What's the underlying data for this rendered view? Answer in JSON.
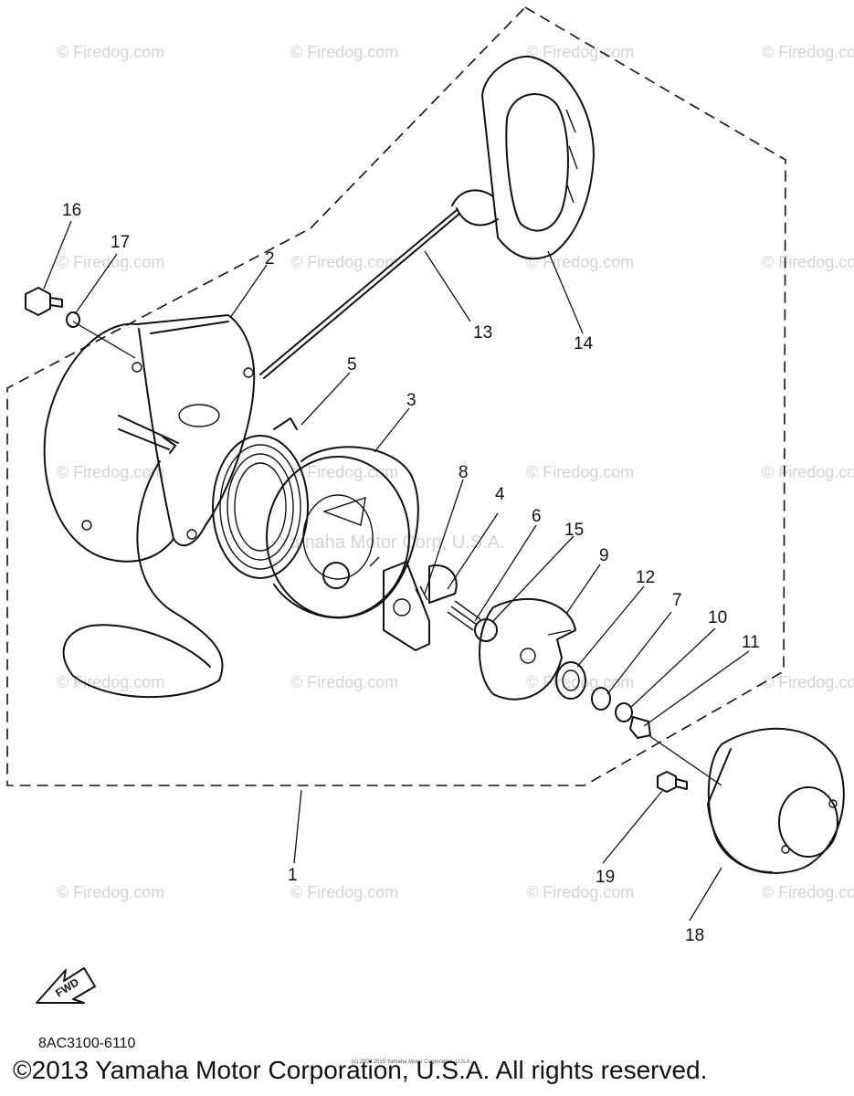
{
  "watermarks": {
    "text": "© Firedog.com",
    "center": "Yamaha Motor Corp, U.S.A."
  },
  "callouts": [
    {
      "id": "1",
      "label": "1"
    },
    {
      "id": "2",
      "label": "2"
    },
    {
      "id": "3",
      "label": "3"
    },
    {
      "id": "4",
      "label": "4"
    },
    {
      "id": "5",
      "label": "5"
    },
    {
      "id": "6",
      "label": "6"
    },
    {
      "id": "7",
      "label": "7"
    },
    {
      "id": "8",
      "label": "8"
    },
    {
      "id": "9",
      "label": "9"
    },
    {
      "id": "10",
      "label": "10"
    },
    {
      "id": "11",
      "label": "11"
    },
    {
      "id": "12",
      "label": "12"
    },
    {
      "id": "13",
      "label": "13"
    },
    {
      "id": "14",
      "label": "14"
    },
    {
      "id": "15",
      "label": "15"
    },
    {
      "id": "16",
      "label": "16"
    },
    {
      "id": "17",
      "label": "17"
    },
    {
      "id": "18",
      "label": "18"
    },
    {
      "id": "19",
      "label": "19"
    }
  ],
  "fwd_label": "FWD",
  "part_number": "8AC3100-6110",
  "tiny_notice": "(c) 2008 2015 Yamaha Motor Corporation, U.S.A.",
  "copyright": "©2013 Yamaha Motor Corporation, U.S.A. All rights reserved."
}
